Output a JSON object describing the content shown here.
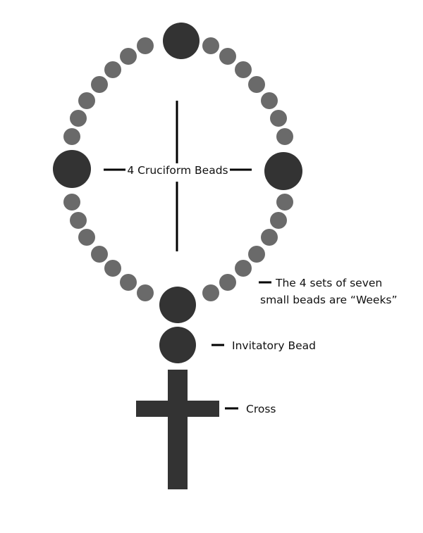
{
  "labels": {
    "cruciform": "4 Cruciform Beads",
    "weeks_line1": "The 4 sets of seven",
    "weeks_line2": "small beads are “Weeks”",
    "invitatory": "Invitatory Bead",
    "cross": "Cross"
  },
  "colors": {
    "large_bead": "#333333",
    "small_bead": "#6a6a6a",
    "line": "#000000",
    "cross": "#333333"
  }
}
